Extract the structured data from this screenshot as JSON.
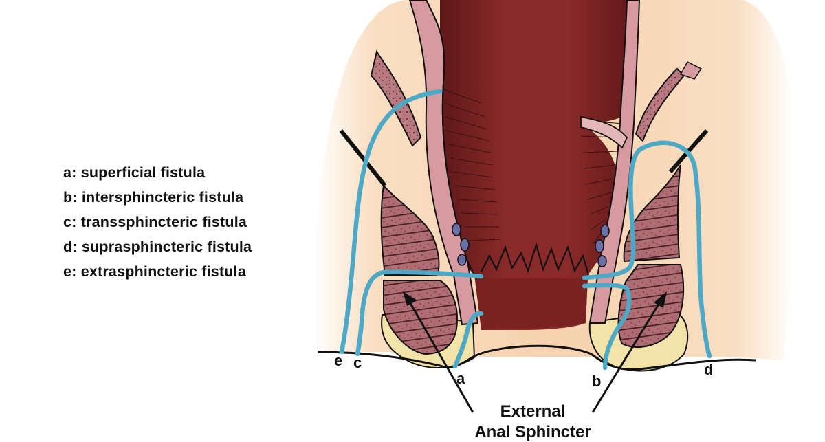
{
  "legend": [
    {
      "letter": "a",
      "text": "a: superficial fistula"
    },
    {
      "letter": "b",
      "text": "b: intersphincteric fistula"
    },
    {
      "letter": "c",
      "text": "c: transsphincteric fistula"
    },
    {
      "letter": "d",
      "text": "d: suprasphincteric fistula"
    },
    {
      "letter": "e",
      "text": "e: extrasphincteric fistula"
    }
  ],
  "labels": {
    "a": "a",
    "b": "b",
    "c": "c",
    "d": "d",
    "e": "e",
    "sphincter_line1": "External",
    "sphincter_line2": "Anal Sphincter"
  },
  "colors": {
    "skin": "#f7d7b5",
    "lumen": "#8b2a2a",
    "lumen_dark": "#5e1818",
    "mucosa": "#c9848a",
    "muscle": "#a8646c",
    "fat": "#f3e3a8",
    "fistula": "#4ea9c6",
    "outline": "#111111"
  }
}
